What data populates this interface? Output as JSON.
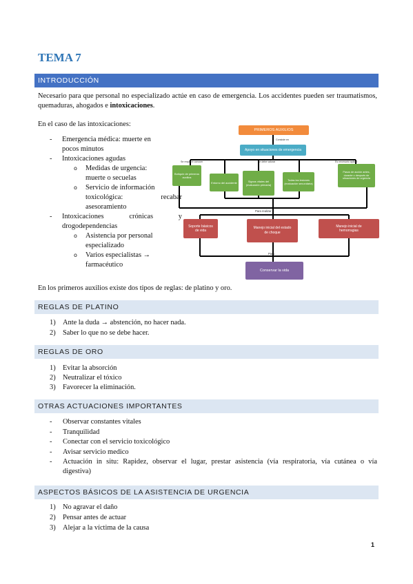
{
  "doc": {
    "title": "TEMA 7",
    "page_number": "1"
  },
  "intro": {
    "heading": "INTRODUCCIÓN",
    "para1": "Necesario para que personal no especializado actúe en caso de emergencia. Los accidentes pueden ser traumatismos, quemaduras, ahogados e ",
    "para1_bold": "intoxicaciones",
    "para1_end": ".",
    "para2": "En el caso de las intoxicaciones:",
    "bullets": {
      "b1_line1": "Emergencia médica: muerte en",
      "b1_line2": "pocos minutos",
      "b2": "Intoxicaciones agudas",
      "b2a_line1": "Medidas de urgencia:",
      "b2a_line2": "muerte o secuelas",
      "b2b_line1": "Servicio de información",
      "b2b_line2a": "toxicológica:",
      "b2b_line2b": "recabar",
      "b2b_line3": "asesoramiento",
      "b3_line1a": "Intoxicaciones",
      "b3_line1b": "crónicas",
      "b3_line1c": "y",
      "b3_line2": "drogodependencias",
      "b3a_line1": "Asistencia por personal",
      "b3a_line2": "especializado",
      "b3b_line1": "Varios especialistas →",
      "b3b_line2": "farmacéutico"
    },
    "closing": "En los primeros auxilios existe dos tipos de reglas: de platino y oro."
  },
  "flowchart": {
    "top": "PRIMEROS AUXILIOS",
    "consiste": "Consiste en",
    "apoyo": "Apoyo en situaciones de emergencia",
    "lbl_requiere": "Se requiere conocer",
    "lbl_valorar": "Se debe valorar",
    "lbl_aplicar": "Es necesario aplicar",
    "botiquin": "Botiquín de primeros auxilios",
    "entorno": "Entorno del accidente",
    "signos": "Signos vitales del (evaluación primaria)",
    "lesiones": "Todas las lesiones (evaluación secundaria)",
    "pasos": "Pasos de acción antes, durante o después de situaciones de urgencia",
    "para_realizar": "Para realizar",
    "soporte": "Soporte básicos de vida",
    "shock": "Manejo inicial del estado de choque",
    "hemorragias": "Manejo inicial de hemorragias",
    "para": "Para",
    "conservar": "Conservar la vida",
    "colors": {
      "orange": "#f28b3c",
      "blue": "#4bacc6",
      "green": "#70ad47",
      "red": "#c0504d",
      "purple": "#8064a2"
    }
  },
  "platino": {
    "heading": "REGLAS DE PLATINO",
    "items": [
      {
        "num": "1)",
        "text": "Ante la duda → abstención, no hacer nada."
      },
      {
        "num": "2)",
        "text": "Saber lo que no se debe hacer."
      }
    ]
  },
  "oro": {
    "heading": "REGLAS DE ORO",
    "items": [
      {
        "num": "1)",
        "text": "Evitar la absorción"
      },
      {
        "num": "2)",
        "text": "Neutralizar el tóxico"
      },
      {
        "num": "3)",
        "text": "Favorecer la eliminación."
      }
    ]
  },
  "otras": {
    "heading": "OTRAS ACTUACIONES IMPORTANTES",
    "items": [
      "Observar constantes vitales",
      "Tranquilidad",
      "Conectar con el servicio toxicológico",
      "Avisar servicio medico",
      "Actuación in situ: Rapidez, observar el lugar, prestar asistencia (vía respiratoria, vía cutánea o vía",
      "digestiva)"
    ]
  },
  "aspectos": {
    "heading": "ASPECTOS BÁSICOS DE LA ASISTENCIA DE URGENCIA",
    "items": [
      {
        "num": "1)",
        "text": "No agravar el daño"
      },
      {
        "num": "2)",
        "text": "Pensar antes de actuar"
      },
      {
        "num": "3)",
        "text": "Alejar a la víctima de la causa"
      }
    ]
  }
}
